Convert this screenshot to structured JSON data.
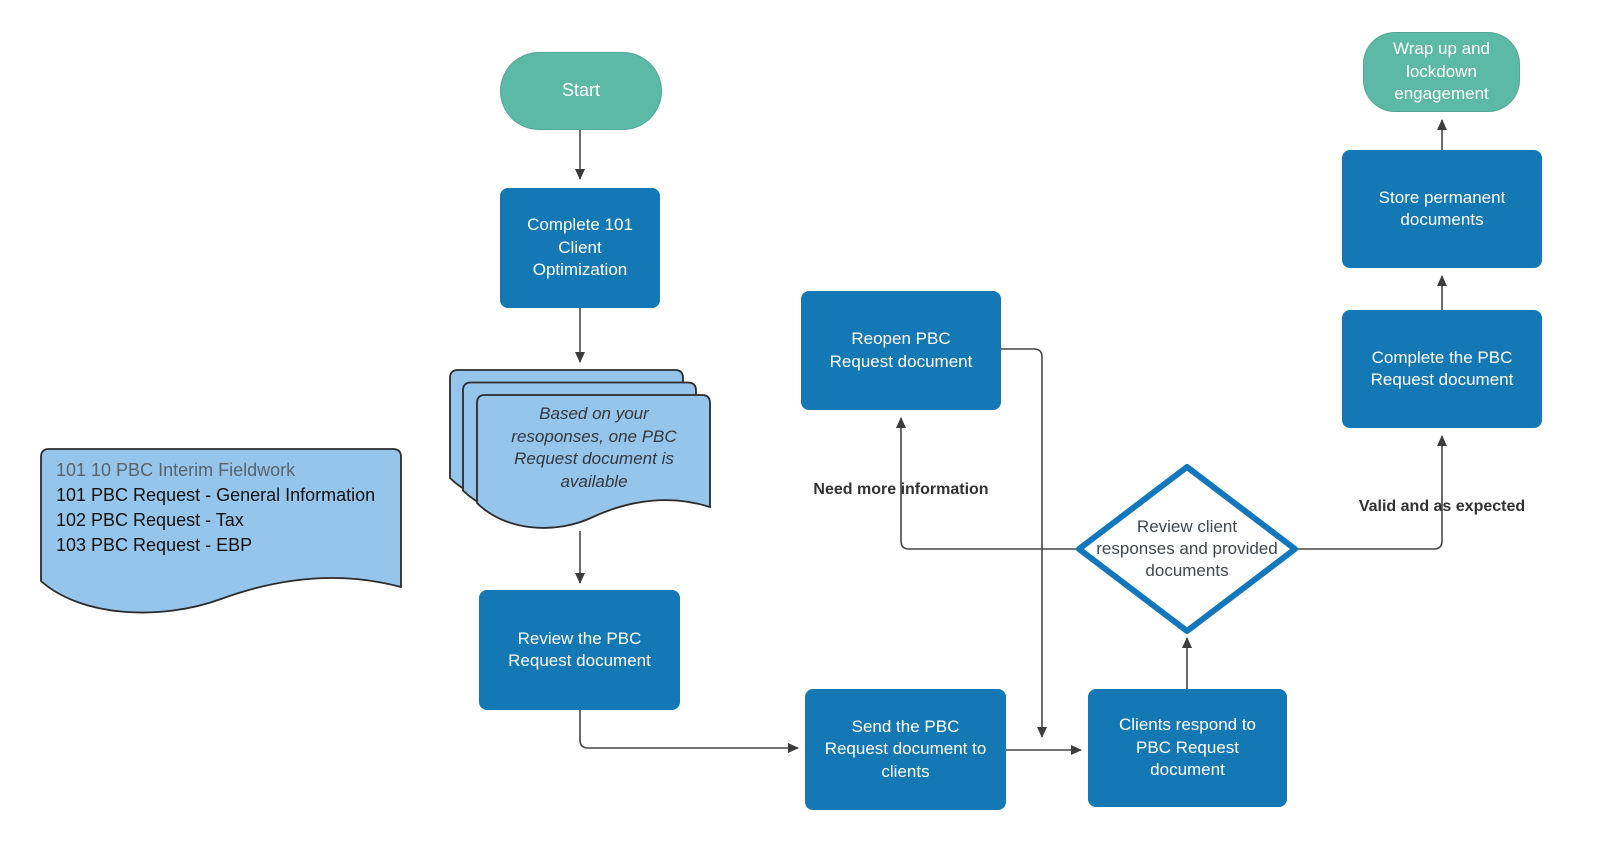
{
  "diagram": {
    "nodes": {
      "start": {
        "label": "Start"
      },
      "complete_101": {
        "lines": [
          "Complete 101",
          "Client",
          "Optimization"
        ]
      },
      "doc_stack": {
        "lines": [
          "Based on your",
          "resoponses, one PBC",
          "Request document is",
          "available"
        ]
      },
      "pbc_list": {
        "lines": [
          "101 10 PBC Interim Fieldwork",
          "101 PBC Request - General Information",
          "102 PBC Request - Tax",
          "103 PBC Request - EBP"
        ]
      },
      "review": {
        "lines": [
          "Review the PBC",
          "Request document"
        ]
      },
      "send": {
        "lines": [
          "Send the PBC",
          "Request document to",
          "clients"
        ]
      },
      "clients_respond": {
        "lines": [
          "Clients respond to",
          "PBC Request",
          "document"
        ]
      },
      "decision": {
        "lines": [
          "Review client",
          "responses and provided",
          "documents"
        ]
      },
      "reopen": {
        "lines": [
          "Reopen PBC",
          "Request document"
        ]
      },
      "complete_pbc": {
        "lines": [
          "Complete the PBC",
          "Request document"
        ]
      },
      "store": {
        "lines": [
          "Store permanent",
          "documents"
        ]
      },
      "wrap_up": {
        "lines": [
          "Wrap up and",
          "lockdown",
          "engagement"
        ]
      }
    },
    "edge_labels": {
      "need_more": "Need more information",
      "valid": "Valid and as expected"
    },
    "colors": {
      "terminal_fill": "#5CB9A6",
      "process_fill": "#1478B5",
      "document_fill": "#96C5EB",
      "document_border": "#2B2B2B",
      "decision_border": "#1377BE",
      "decision_fill": "#FFFFFF",
      "connector": "#474747",
      "text_on_fill": "#FFFFFF",
      "document_text": "#33383D",
      "muted_list_line": "#5A646C",
      "edge_label_text": "#323232"
    }
  }
}
